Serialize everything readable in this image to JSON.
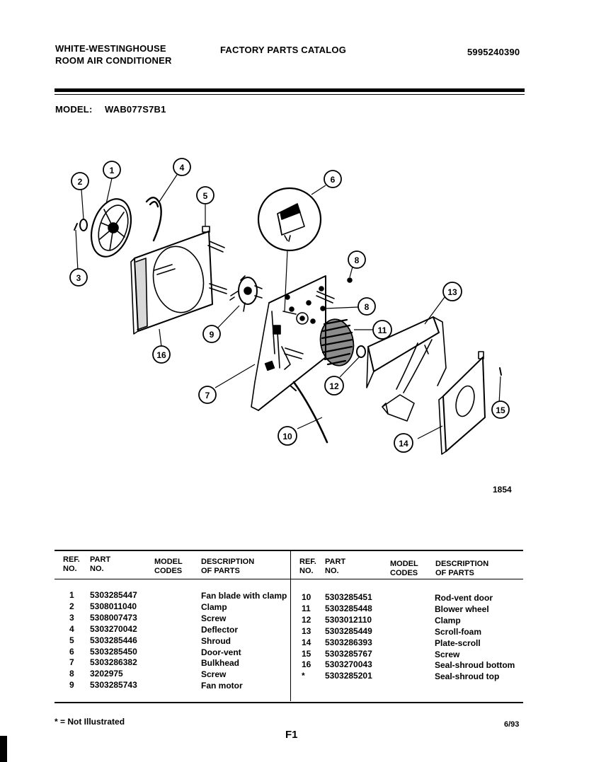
{
  "header": {
    "brand_line1": "WHITE-WESTINGHOUSE",
    "brand_line2": "ROOM AIR CONDITIONER",
    "catalog_title": "FACTORY PARTS CATALOG",
    "catalog_number": "5995240390",
    "model_label": "MODEL:",
    "model_value": "WAB077S7B1"
  },
  "diagram": {
    "figure_number": "1854",
    "callouts": [
      "1",
      "2",
      "3",
      "4",
      "5",
      "6",
      "7",
      "8",
      "8",
      "9",
      "10",
      "11",
      "12",
      "13",
      "14",
      "15",
      "16"
    ]
  },
  "table": {
    "headers": {
      "ref": "REF.\nNO.",
      "part": "PART\nNO.",
      "model": "MODEL\nCODES",
      "desc": "DESCRIPTION\nOF PARTS"
    },
    "left_rows": [
      {
        "ref": "1",
        "part": "5303285447",
        "desc": "Fan blade with clamp"
      },
      {
        "ref": "2",
        "part": "5308011040",
        "desc": "Clamp"
      },
      {
        "ref": "3",
        "part": "5308007473",
        "desc": "Screw"
      },
      {
        "ref": "4",
        "part": "5303270042",
        "desc": "Deflector"
      },
      {
        "ref": "5",
        "part": "5303285446",
        "desc": "Shroud"
      },
      {
        "ref": "6",
        "part": "5303285450",
        "desc": "Door-vent"
      },
      {
        "ref": "7",
        "part": "5303286382",
        "desc": "Bulkhead"
      },
      {
        "ref": "8",
        "part": "3202975",
        "desc": "Screw"
      },
      {
        "ref": "9",
        "part": "5303285743",
        "desc": "Fan motor"
      }
    ],
    "right_rows": [
      {
        "ref": "10",
        "part": "5303285451",
        "desc": "Rod-vent door"
      },
      {
        "ref": "11",
        "part": "5303285448",
        "desc": "Blower wheel"
      },
      {
        "ref": "12",
        "part": "5303012110",
        "desc": "Clamp"
      },
      {
        "ref": "13",
        "part": "5303285449",
        "desc": "Scroll-foam"
      },
      {
        "ref": "14",
        "part": "5303286393",
        "desc": "Plate-scroll"
      },
      {
        "ref": "15",
        "part": "5303285767",
        "desc": "Screw"
      },
      {
        "ref": "16",
        "part": "5303270043",
        "desc": "Seal-shroud bottom"
      },
      {
        "ref": "*",
        "part": "5303285201",
        "desc": "Seal-shroud top"
      }
    ]
  },
  "footer": {
    "note": "* = Not Illustrated",
    "page": "F1",
    "date": "6/93"
  }
}
